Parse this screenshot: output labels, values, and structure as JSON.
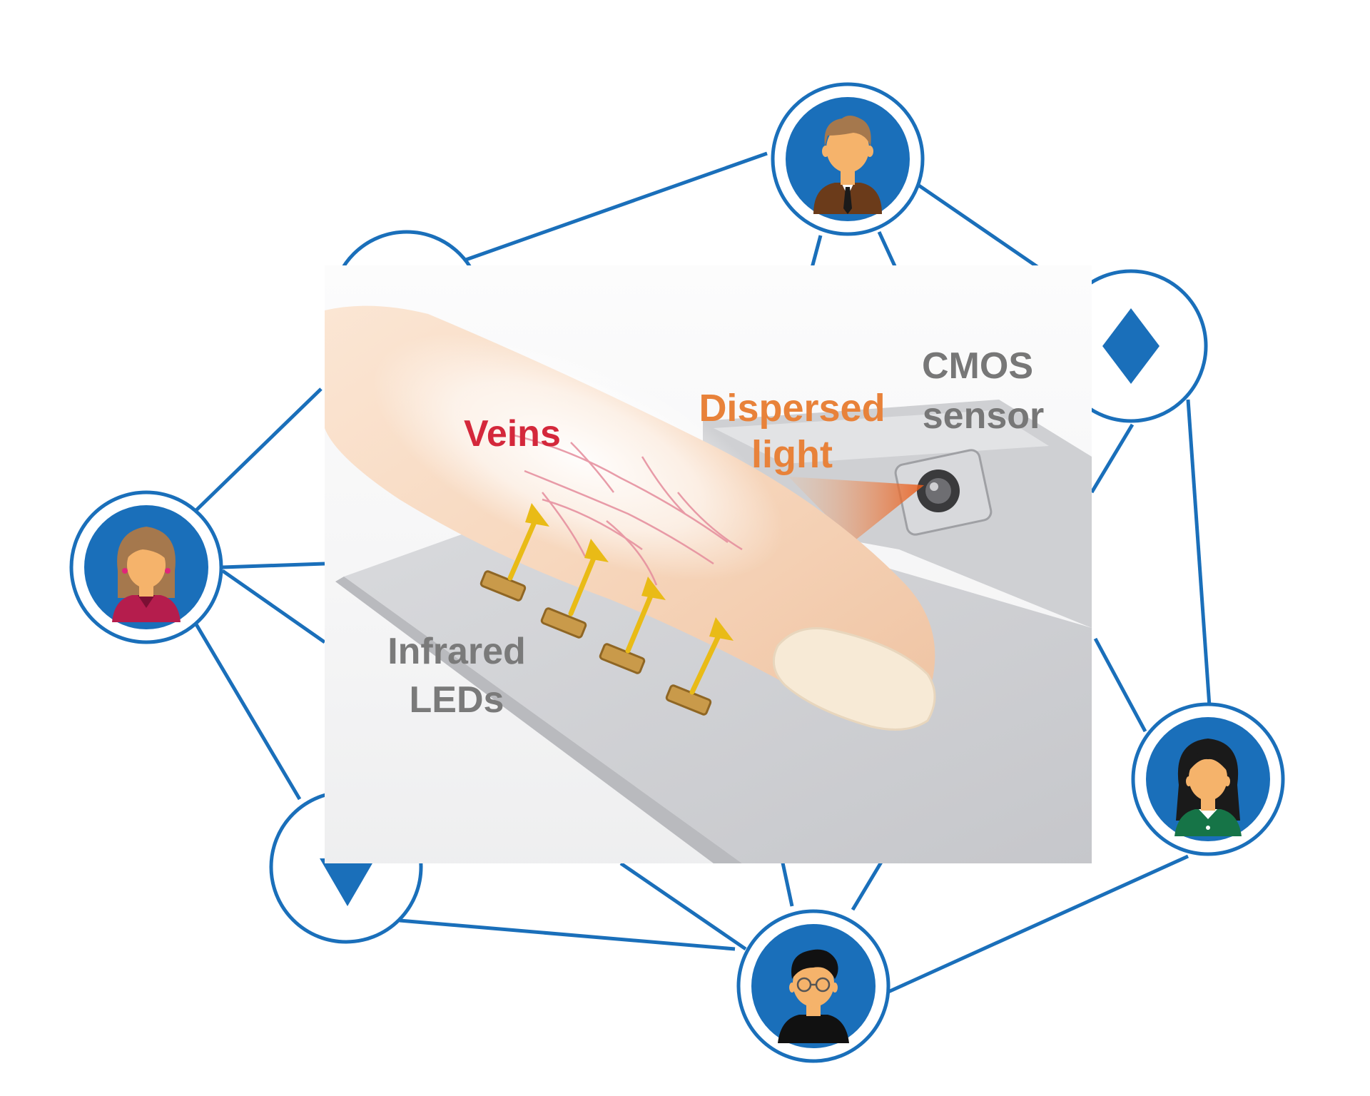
{
  "labels": {
    "veins": "Veins",
    "dispersed_line1": "Dispersed",
    "dispersed_line2": "light",
    "cmos_line1": "CMOS",
    "cmos_line2": "sensor",
    "infrared_line1": "Infrared",
    "infrared_line2": "LEDs"
  },
  "colors": {
    "network_blue": "#1a6fba",
    "veins_label": "#d4283b",
    "dispersed_label": "#e8823a",
    "gray_label": "#777777"
  },
  "icons": {
    "top": "person-man-suit-icon",
    "left": "person-woman-icon",
    "right": "person-woman-black-hair-icon",
    "bottom": "person-man-glasses-icon",
    "upper_right": "diamond-icon",
    "lower_left": "triangle-down-icon"
  }
}
